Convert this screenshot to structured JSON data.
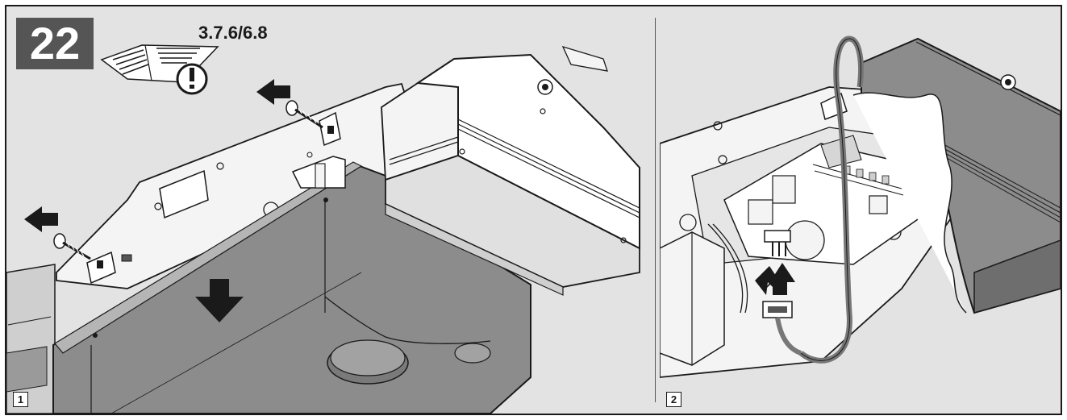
{
  "step": {
    "number": "22",
    "manual_reference": "3.7.6/6.8"
  },
  "panels": [
    {
      "label": "1"
    },
    {
      "label": "2"
    }
  ],
  "colors": {
    "background": "#e3e3e3",
    "step_box": "#555555",
    "line": "#1a1a1a",
    "housing": "#8c8c8c",
    "housing_light": "#f4f4f4"
  },
  "icons": [
    "manual-book-icon",
    "warning-exclamation-icon",
    "arrow-left-icon",
    "arrow-down-icon",
    "arrow-up-icon",
    "screw-icon",
    "connector-plug-icon"
  ]
}
